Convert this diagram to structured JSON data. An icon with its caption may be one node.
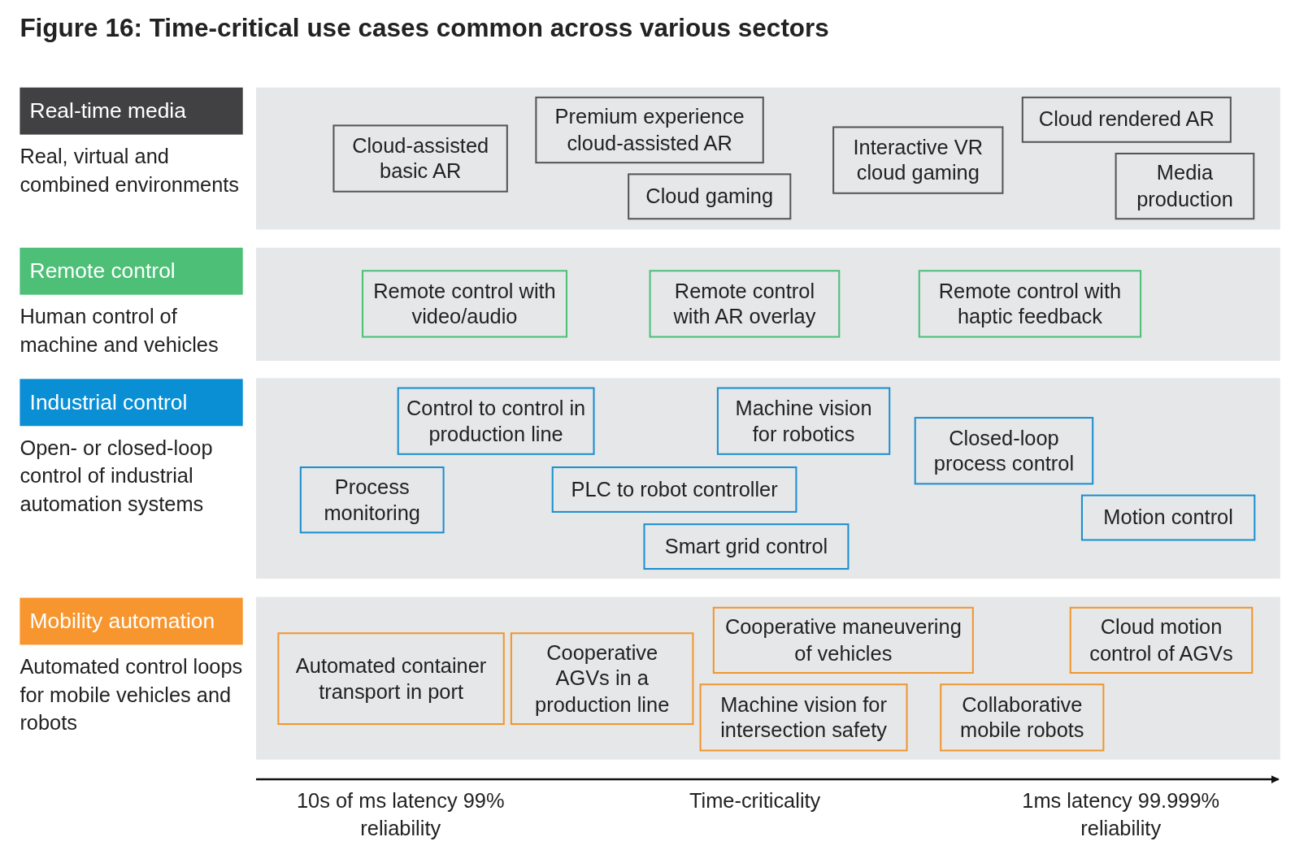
{
  "diagram": {
    "title": "Figure 16: Time-critical use cases common across various sectors",
    "nodes": [
      {
        "text": [
          "Real-time media"
        ],
        "beside": [
          "Real, virtual and combined environments"
        ]
      },
      {
        "text": [],
        "shape": "band"
      },
      {
        "text": [
          "Cloud-assisted basic AR"
        ],
        "in": 1
      },
      {
        "text": [
          "Premium experience cloud-assisted AR"
        ],
        "in": 1
      },
      {
        "text": [
          "Cloud gaming"
        ],
        "in": 1
      },
      {
        "text": [
          "Interactive VR cloud gaming"
        ],
        "in": 1
      },
      {
        "text": [
          "Cloud rendered AR"
        ],
        "in": 1
      },
      {
        "text": [
          "Media production"
        ],
        "in": 1
      },
      {
        "text": [
          "Remote control"
        ],
        "beside": [
          "Human control of machine and vehicles"
        ]
      },
      {
        "text": [],
        "shape": "band"
      },
      {
        "text": [
          "Remote control with video/audio"
        ],
        "in": 9
      },
      {
        "text": [
          "Remote control with AR overlay"
        ],
        "in": 9
      },
      {
        "text": [
          "Remote control with haptic feedback"
        ],
        "in": 9
      },
      {
        "text": [
          "Industrial control"
        ],
        "beside": [
          "Open-  or closed-loop control of industrial automation systems"
        ]
      },
      {
        "text": [],
        "shape": "band"
      },
      {
        "text": [
          "Control to control in production line"
        ],
        "in": 14
      },
      {
        "text": [
          "Machine vision for robotics"
        ],
        "in": 14
      },
      {
        "text": [
          "Closed-loop process control"
        ],
        "in": 14
      },
      {
        "text": [
          "Process monitoring"
        ],
        "in": 14
      },
      {
        "text": [
          "PLC to robot controller"
        ],
        "in": 14
      },
      {
        "text": [
          "Motion control"
        ],
        "in": 14
      },
      {
        "text": [
          "Smart grid control"
        ],
        "in": 14
      },
      {
        "text": [
          "Mobility automation"
        ],
        "beside": [
          "Automated control loops for mobile vehicles and robots"
        ]
      },
      {
        "text": [],
        "shape": "band"
      },
      {
        "text": [
          "Cooperative maneuvering of vehicles"
        ],
        "in": 23
      },
      {
        "text": [
          "Cloud motion control of AGVs"
        ],
        "in": 23
      },
      {
        "text": [
          "Automated container transport in port"
        ],
        "in": 23
      },
      {
        "text": [
          "Cooperative AGVs in a production line"
        ],
        "in": 23
      },
      {
        "text": [
          "Machine vision for intersection safety"
        ],
        "in": 23
      },
      {
        "text": [
          "Collaborative mobile robots"
        ],
        "in": 23
      }
    ],
    "edges": [],
    "labels": [
      "10s of ms latency 99% reliability",
      "Time-criticality",
      "1ms latency 99.999% reliability"
    ]
  }
}
